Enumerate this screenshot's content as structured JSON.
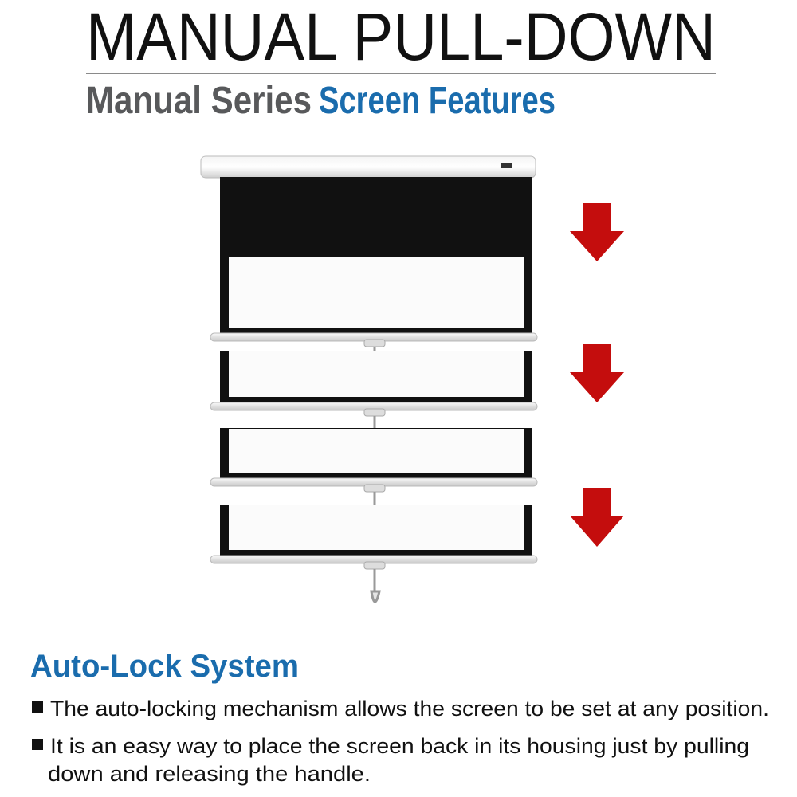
{
  "header": {
    "title": "MANUAL PULL-DOWN",
    "subtitle_part1": "Manual Series",
    "subtitle_part2": "Screen Features"
  },
  "feature": {
    "heading": "Auto-Lock System",
    "bullets": [
      "The auto-locking mechanism allows the screen to be set at any position.",
      "It is an easy way to place the screen back in its housing just by pulling",
      "down and releasing the handle."
    ]
  },
  "colors": {
    "accent_blue": "#1a6cad",
    "subtitle_gray": "#58595b",
    "arrow_red": "#c40d0d"
  },
  "icons": [
    "down-arrow-icon",
    "bullet-square-icon"
  ]
}
